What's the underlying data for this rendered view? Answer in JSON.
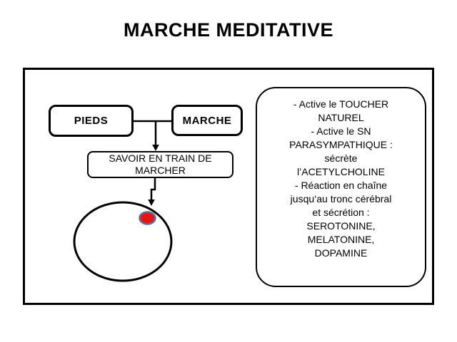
{
  "title": "MARCHE MEDITATIVE",
  "diagram": {
    "pieds": {
      "label": "PIEDS"
    },
    "marche": {
      "label": "MARCHE"
    },
    "savoir": {
      "lines": [
        "SAVOIR EN TRAIN DE",
        "MARCHER"
      ]
    },
    "circle": {
      "description": "large-ellipse-outline",
      "stroke": "#000000"
    },
    "red_dot": {
      "fill": "#ee1111",
      "stroke": "#54749c"
    }
  },
  "panel": {
    "lines": [
      "- Active le TOUCHER",
      "NATUREL",
      "- Active le SN",
      "PARASYMPATHIQUE :",
      "sécrète",
      "l’ACETYLCHOLINE",
      "- Réaction en chaîne",
      "jusqu‘au tronc cérébral",
      "et sécrétion :",
      "SEROTONINE,",
      "MELATONINE,",
      "DOPAMINE"
    ]
  },
  "colors": {
    "ink": "#000000",
    "background": "#ffffff"
  }
}
